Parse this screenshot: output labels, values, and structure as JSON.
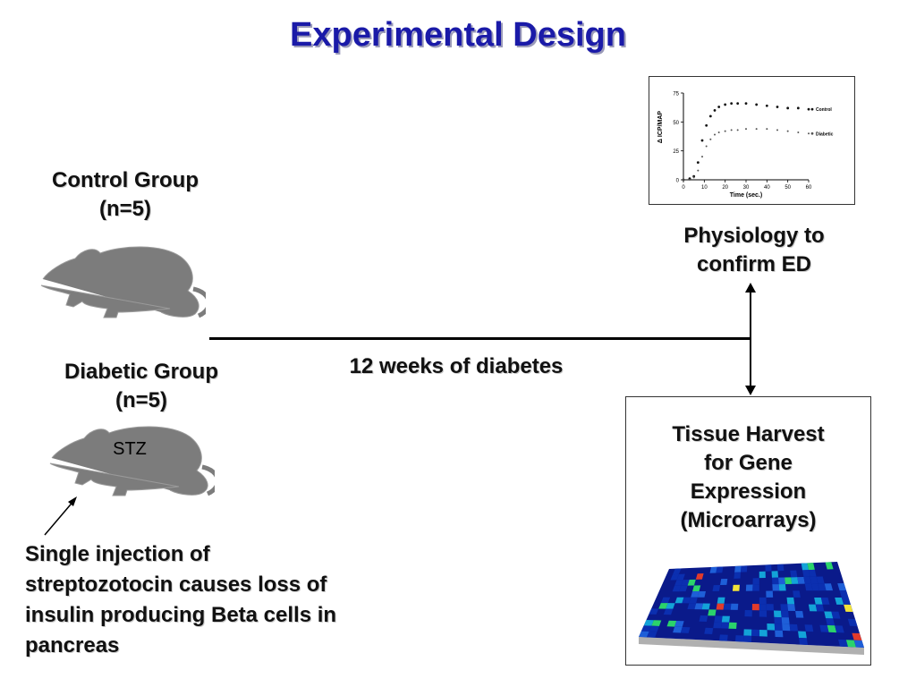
{
  "title": "Experimental Design",
  "control_group": {
    "name": "Control Group",
    "n": "(n=5)"
  },
  "diabetic_group": {
    "name": "Diabetic Group",
    "n": "(n=5)",
    "rat_label": "STZ"
  },
  "timeline_label": "12 weeks of diabetes",
  "injection_note": [
    "Single injection of",
    "streptozotocin causes loss of",
    "insulin producing Beta cells in",
    "pancreas"
  ],
  "physiology_label": [
    "Physiology to",
    "confirm ED"
  ],
  "harvest_label": [
    "Tissue Harvest",
    "for Gene",
    "Expression",
    "(Microarrays)"
  ],
  "inset_chart": {
    "ylabel": "Δ ICP/MAP",
    "xlabel": "Time (sec.)",
    "y_ticks": [
      "0",
      "25",
      "50",
      "75"
    ],
    "x_ticks": [
      "0",
      "10",
      "20",
      "30",
      "40",
      "50",
      "60"
    ],
    "legend": [
      "Control",
      "Diabetic"
    ]
  },
  "chart_data": {
    "type": "scatter",
    "xlabel": "Time (sec.)",
    "ylabel": "Δ ICP/MAP",
    "xlim": [
      0,
      60
    ],
    "ylim": [
      0,
      75
    ],
    "series": [
      {
        "name": "Control",
        "x": [
          0,
          3,
          5,
          7,
          9,
          11,
          13,
          15,
          17,
          20,
          23,
          26,
          30,
          35,
          40,
          45,
          50,
          55,
          60
        ],
        "y": [
          0,
          1,
          3,
          15,
          34,
          47,
          55,
          60,
          63,
          65,
          66,
          66,
          66,
          65,
          64,
          63,
          62,
          62,
          61
        ]
      },
      {
        "name": "Diabetic",
        "x": [
          0,
          3,
          5,
          7,
          9,
          11,
          13,
          15,
          17,
          20,
          23,
          26,
          30,
          35,
          40,
          45,
          50,
          55,
          60
        ],
        "y": [
          0,
          0,
          2,
          8,
          20,
          29,
          35,
          39,
          41,
          42,
          43,
          43,
          44,
          44,
          44,
          43,
          42,
          41,
          40
        ]
      }
    ]
  }
}
